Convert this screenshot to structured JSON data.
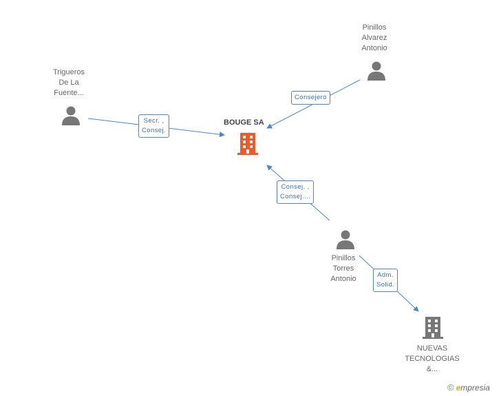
{
  "nodes": {
    "center": {
      "label": "BOUGE SA"
    },
    "pinillos_alvarez": {
      "lines": [
        "Pinillos",
        "Alvarez",
        "Antonio"
      ]
    },
    "trigueros": {
      "lines": [
        "Trigueros",
        "De La",
        "Fuente..."
      ]
    },
    "pinillos_torres": {
      "lines": [
        "Pinillos",
        "Torres",
        "Antonio"
      ]
    },
    "nuevas": {
      "lines": [
        "NUEVAS",
        "TECNOLOGIAS",
        "&..."
      ]
    }
  },
  "edges": {
    "consejero": {
      "lines": [
        "Consejero"
      ]
    },
    "secr": {
      "lines": [
        "Secr. ,",
        "Consej."
      ]
    },
    "consej": {
      "lines": [
        "Consej. ,",
        "Consej...."
      ]
    },
    "adm": {
      "lines": [
        "Adm.",
        "Solid."
      ]
    }
  },
  "colors": {
    "edge": "#4a86d0",
    "center_icon": "#f05a28",
    "person_icon": "#777777",
    "company_icon": "#777777"
  },
  "footer": {
    "copyright": "©",
    "brand_first": "e",
    "brand_rest": "mpresia"
  }
}
